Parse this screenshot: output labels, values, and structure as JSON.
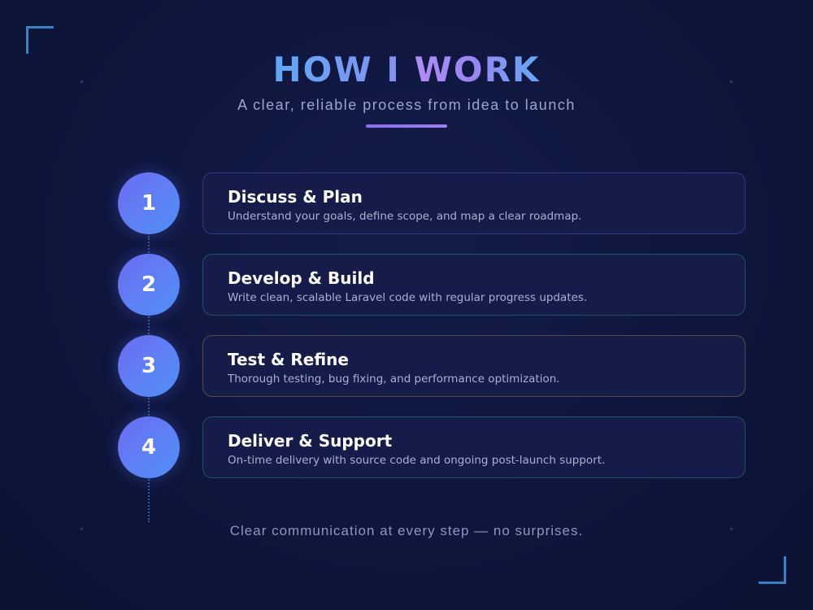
{
  "header": {
    "title_part1": "HOW I ",
    "title_part2": "WORK",
    "subtitle": "A clear, reliable process from idea to launch"
  },
  "steps": [
    {
      "number": "1",
      "title": "Discuss & Plan",
      "description": "Understand your goals, define scope, and map a clear roadmap."
    },
    {
      "number": "2",
      "title": "Develop & Build",
      "description": "Write clean, scalable Laravel code with regular progress updates."
    },
    {
      "number": "3",
      "title": "Test & Refine",
      "description": "Thorough testing, bug fixing, and performance optimization."
    },
    {
      "number": "4",
      "title": "Deliver & Support",
      "description": "On-time delivery with source code and ongoing post-launch support."
    }
  ],
  "footer": {
    "note": "Clear communication at every step — no surprises."
  },
  "colors": {
    "background": "#0f1740",
    "card_background": "#151c49",
    "accent_blue": "#5fa8f5",
    "accent_purple": "#a07ef5",
    "step_circle_start": "#6b6cf2",
    "step_circle_end": "#4f8ff5",
    "corner_accent": "#3b82c4"
  }
}
